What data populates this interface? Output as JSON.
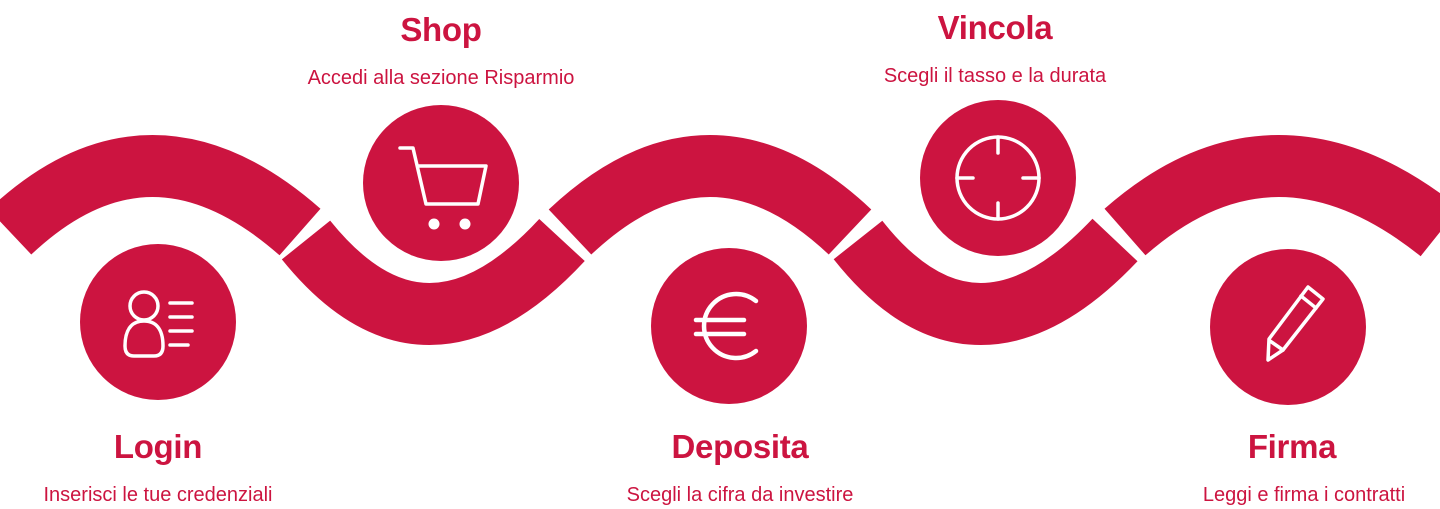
{
  "colors": {
    "accent": "#cc1440",
    "icon": "#ffffff",
    "background": "#ffffff"
  },
  "steps": [
    {
      "title": "Login",
      "subtitle": "Inserisci le tue credenziali",
      "icon": "user-list-icon"
    },
    {
      "title": "Shop",
      "subtitle": "Accedi alla sezione Risparmio",
      "icon": "shopping-cart-icon"
    },
    {
      "title": "Deposita",
      "subtitle": "Scegli la cifra da investire",
      "icon": "euro-icon"
    },
    {
      "title": "Vincola",
      "subtitle": "Scegli il tasso e la durata",
      "icon": "target-icon"
    },
    {
      "title": "Firma",
      "subtitle": "Leggi e firma i contratti",
      "icon": "pencil-icon"
    }
  ]
}
